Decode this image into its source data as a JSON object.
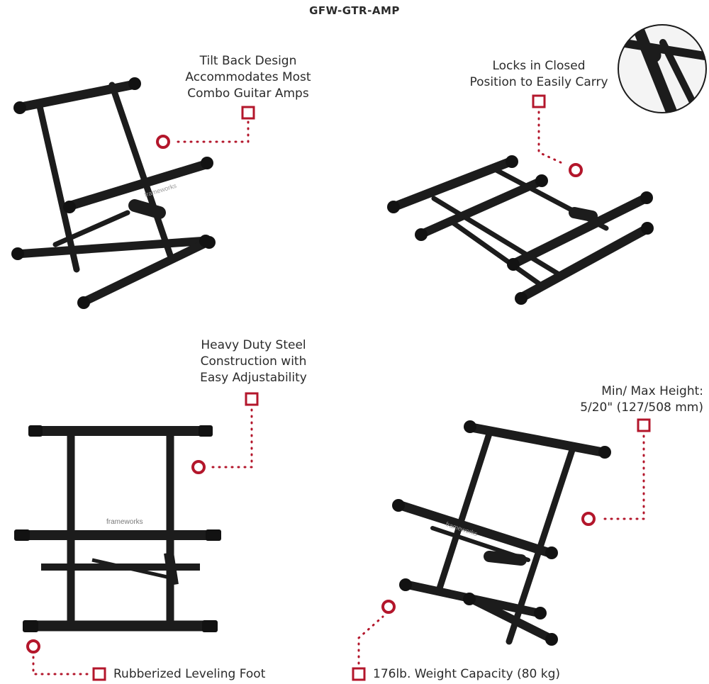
{
  "header": {
    "title": "GFW-GTR-AMP"
  },
  "features": [
    {
      "lines": [
        "Tilt Back Design",
        "Accommodates Most",
        "Combo Guitar Amps"
      ]
    },
    {
      "lines": [
        "Locks in Closed",
        "Position to Easily Carry"
      ]
    },
    {
      "lines": [
        "Heavy Duty Steel",
        "Construction with",
        "Easy Adjustability"
      ]
    },
    {
      "lines": [
        "Min/ Max Height:",
        "5/20\" (127/508 mm)"
      ]
    },
    {
      "lines": [
        "Rubberized Leveling Foot"
      ]
    },
    {
      "lines": [
        "176lb. Weight Capacity (80 kg)"
      ]
    }
  ],
  "brand_mark": "frameworks",
  "colors": {
    "accent": "#b3162b",
    "metal": "#1c1c1c",
    "text": "#2b2b2b"
  }
}
